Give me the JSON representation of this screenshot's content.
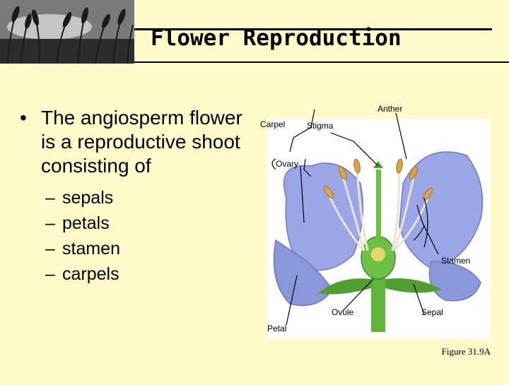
{
  "slide": {
    "title": "Flower Reproduction",
    "bullet": "The angiosperm flower is a reproductive shoot consisting of",
    "sub_items": [
      "sepals",
      "petals",
      "stamen",
      "carpels"
    ]
  },
  "figure": {
    "labels": {
      "anther": "Anther",
      "carpel": "Carpel",
      "stigma": "Stigma",
      "ovary": "Ovary",
      "stamen": "Stamen",
      "ovule": "Ovule",
      "sepal": "Sepal",
      "petal": "Petal"
    },
    "caption": "Figure 31.9A"
  },
  "colors": {
    "background": "#fffbc8",
    "petal": "#9aa6e6",
    "stem": "#5fb53a",
    "anther": "#d8a44a"
  }
}
